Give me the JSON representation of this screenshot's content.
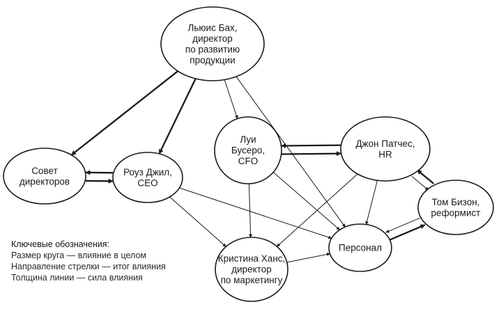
{
  "nodes": [
    {
      "id": "lewis",
      "lines": [
        "Льюис Бах,",
        "директор",
        "по развитию",
        "продукции"
      ]
    },
    {
      "id": "board",
      "lines": [
        "Совет",
        "директоров"
      ]
    },
    {
      "id": "rose",
      "lines": [
        "Роуз Джил,",
        "CEO"
      ]
    },
    {
      "id": "louie",
      "lines": [
        "Луи",
        "Бусеро,",
        "CFO"
      ]
    },
    {
      "id": "john",
      "lines": [
        "Джон Патчес,",
        "HR"
      ]
    },
    {
      "id": "tom",
      "lines": [
        "Том Бизон,",
        "реформист"
      ]
    },
    {
      "id": "kristina",
      "lines": [
        "Кристина Ханс,",
        "директор",
        "по маркетингу"
      ]
    },
    {
      "id": "staff",
      "lines": [
        "Персонал"
      ]
    }
  ],
  "edges": [
    {
      "from": "lewis",
      "to": "board",
      "strength": "strong"
    },
    {
      "from": "lewis",
      "to": "rose",
      "strength": "strong"
    },
    {
      "from": "lewis",
      "to": "louie",
      "strength": "weak"
    },
    {
      "from": "lewis",
      "to": "staff",
      "strength": "weak"
    },
    {
      "from": "board",
      "to": "rose",
      "strength": "strong"
    },
    {
      "from": "rose",
      "to": "board",
      "strength": "strong"
    },
    {
      "from": "rose",
      "to": "staff",
      "strength": "weak"
    },
    {
      "from": "rose",
      "to": "kristina",
      "strength": "weak"
    },
    {
      "from": "john",
      "to": "louie",
      "strength": "strong"
    },
    {
      "from": "louie",
      "to": "john",
      "strength": "strong"
    },
    {
      "from": "louie",
      "to": "kristina",
      "strength": "weak"
    },
    {
      "from": "louie",
      "to": "staff",
      "strength": "weak"
    },
    {
      "from": "john",
      "to": "kristina",
      "strength": "weak"
    },
    {
      "from": "john",
      "to": "staff",
      "strength": "weak"
    },
    {
      "from": "john",
      "to": "tom",
      "strength": "weak"
    },
    {
      "from": "tom",
      "to": "john",
      "strength": "strong"
    },
    {
      "from": "staff",
      "to": "tom",
      "strength": "strong"
    },
    {
      "from": "tom",
      "to": "staff",
      "strength": "weak"
    },
    {
      "from": "kristina",
      "to": "staff",
      "strength": "weak"
    }
  ],
  "legend": {
    "title": "Ключевые обозначения:",
    "items": [
      "Размер круга — влияние в целом",
      "Направление стрелки — итог влияния",
      "Толщина линии — сила влияния"
    ]
  }
}
